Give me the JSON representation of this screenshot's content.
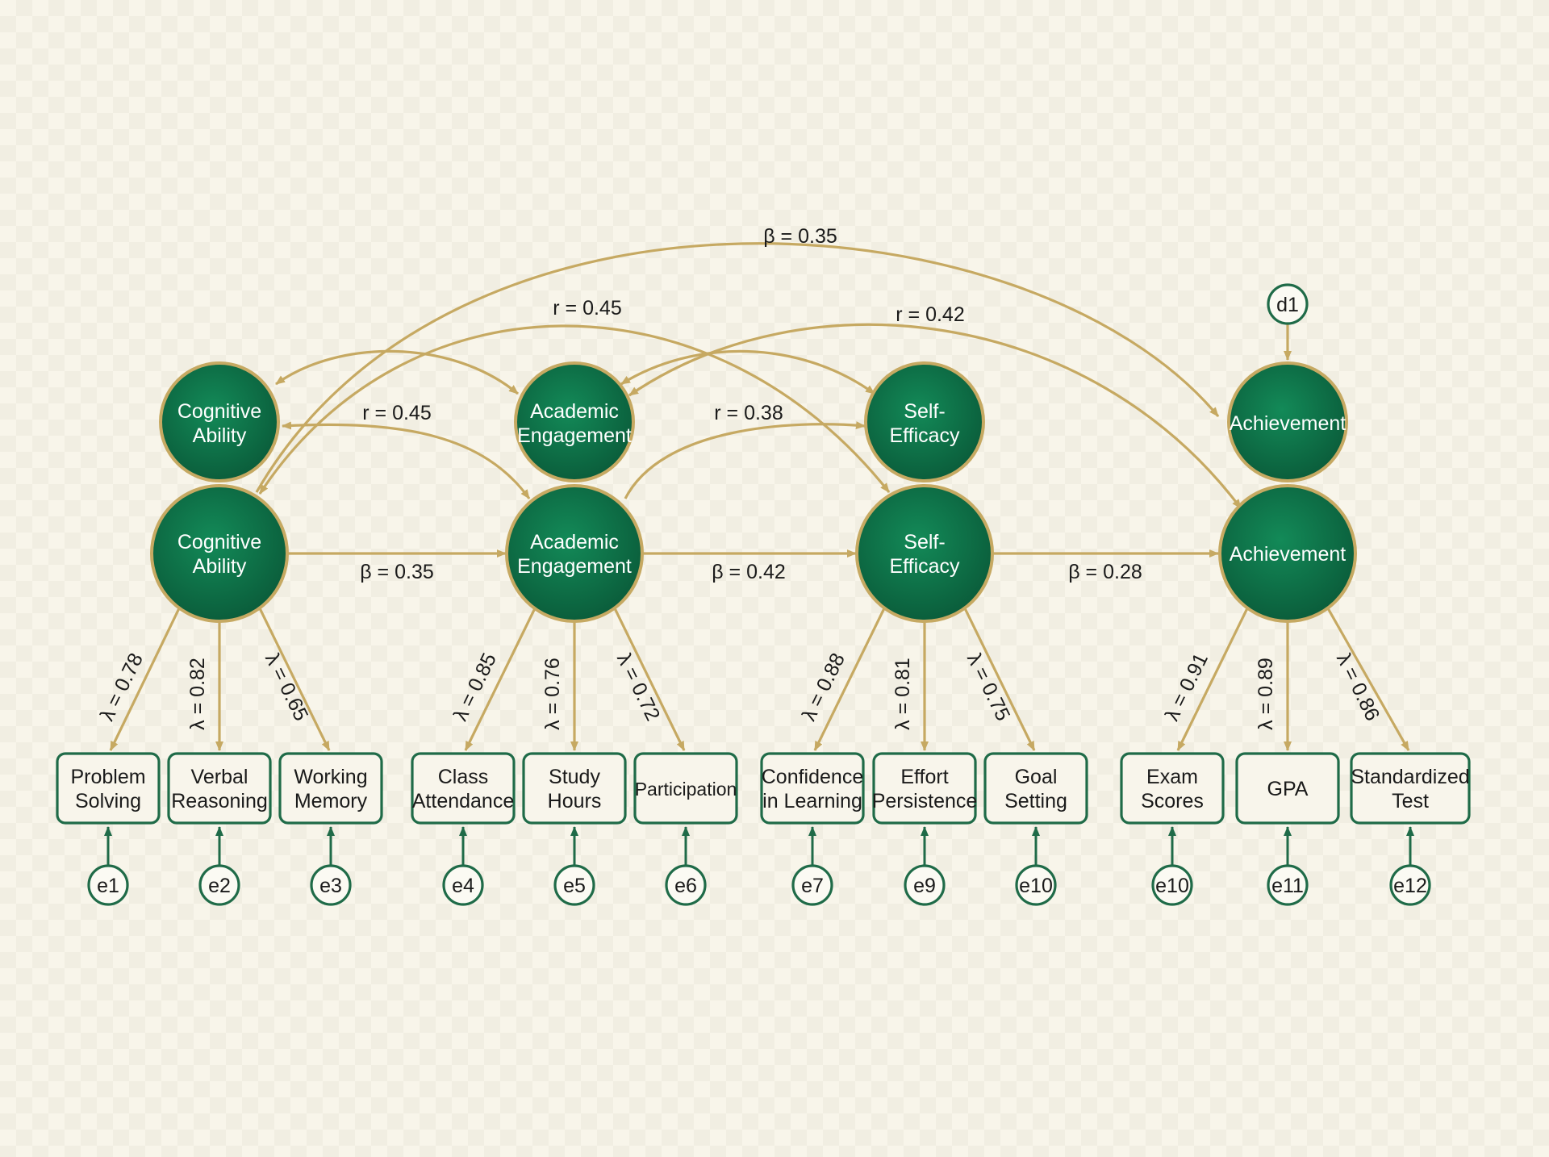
{
  "colors": {
    "latent_fill": "#0d6b45",
    "latent_stroke": "#c6a962",
    "path": "#c6a962",
    "box_stroke": "#1f6b48",
    "background": "#f8f5ea"
  },
  "latents_top": [
    {
      "id": "cog_top",
      "label_lines": [
        "Cognitive",
        "Ability"
      ]
    },
    {
      "id": "eng_top",
      "label_lines": [
        "Academic",
        "Engagement"
      ]
    },
    {
      "id": "eff_top",
      "label_lines": [
        "Self-",
        "Efficacy"
      ]
    },
    {
      "id": "ach_top",
      "label_lines": [
        "Achievement"
      ]
    }
  ],
  "latents_bottom": [
    {
      "id": "cog",
      "label_lines": [
        "Cognitive",
        "Ability"
      ]
    },
    {
      "id": "eng",
      "label_lines": [
        "Academic",
        "Engagement"
      ]
    },
    {
      "id": "eff",
      "label_lines": [
        "Self-",
        "Efficacy"
      ]
    },
    {
      "id": "ach",
      "label_lines": [
        "Achievement"
      ]
    }
  ],
  "disturbance": {
    "label": "d1"
  },
  "indicators": [
    {
      "label_lines": [
        "Problem",
        "Solving"
      ],
      "loading": "λ = 0.78",
      "error": "e1"
    },
    {
      "label_lines": [
        "Verbal",
        "Reasoning"
      ],
      "loading": "λ = 0.82",
      "error": "e2"
    },
    {
      "label_lines": [
        "Working",
        "Memory"
      ],
      "loading": "λ = 0.65",
      "error": "e3"
    },
    {
      "label_lines": [
        "Class",
        "Attendance"
      ],
      "loading": "λ = 0.85",
      "error": "e4"
    },
    {
      "label_lines": [
        "Study",
        "Hours"
      ],
      "loading": "λ = 0.76",
      "error": "e5"
    },
    {
      "label_lines": [
        "Participation"
      ],
      "loading": "λ = 0.72",
      "error": "e6"
    },
    {
      "label_lines": [
        "Confidence",
        "in Learning"
      ],
      "loading": "λ = 0.88",
      "error": "e7"
    },
    {
      "label_lines": [
        "Effort",
        "Persistence"
      ],
      "loading": "λ = 0.81",
      "error": "e9"
    },
    {
      "label_lines": [
        "Goal",
        "Setting"
      ],
      "loading": "λ = 0.75",
      "error": "e10"
    },
    {
      "label_lines": [
        "Exam",
        "Scores"
      ],
      "loading": "λ = 0.91",
      "error": "e10"
    },
    {
      "label_lines": [
        "GPA"
      ],
      "loading": "λ = 0.89",
      "error": "e11"
    },
    {
      "label_lines": [
        "Standardized",
        "Test"
      ],
      "loading": "λ = 0.86",
      "error": "e12"
    }
  ],
  "structural_paths": [
    {
      "from": "cog",
      "to": "eng",
      "label": "β = 0.35"
    },
    {
      "from": "eng",
      "to": "eff",
      "label": "β = 0.42"
    },
    {
      "from": "eff",
      "to": "ach",
      "label": "β = 0.28"
    }
  ],
  "covariances": [
    {
      "label": "r = 0.45"
    },
    {
      "label": "r = 0.45"
    },
    {
      "label": "r = 0.38"
    },
    {
      "label": "r = 0.42"
    }
  ],
  "long_path": {
    "label": "β = 0.35"
  }
}
